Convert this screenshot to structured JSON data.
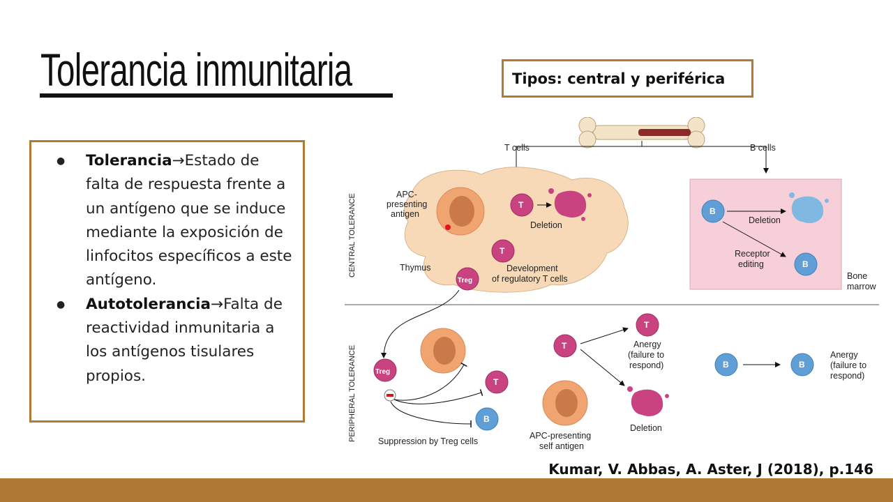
{
  "slide": {
    "title": "Tolerancia inmunitaria",
    "types_box": "Tipos: central y periférica",
    "bullets": [
      {
        "term": "Tolerancia",
        "arrow": "→",
        "text": "Estado de falta de respuesta frente a un antígeno que se induce mediante la exposición de linfocitos específicos a este antígeno."
      },
      {
        "term": "Autotolerancia",
        "arrow": "→",
        "text": "Falta de reactividad inmunitaria a los antígenos tisulares propios."
      }
    ],
    "citation": "Kumar, V. Abbas, A. Aster, J (2018), p.146"
  },
  "diagram": {
    "t_cells": "T cells",
    "b_cells": "B cells",
    "central_tolerance": "CENTRAL TOLERANCE",
    "peripheral_tolerance": "PERIPHERAL TOLERANCE",
    "apc_presenting_1": "APC-",
    "apc_presenting_2": "presenting",
    "apc_presenting_3": "antigen",
    "deletion": "Deletion",
    "thymus": "Thymus",
    "development_1": "Development",
    "development_2": "of regulatory T cells",
    "b_deletion": "Deletion",
    "receptor_1": "Receptor",
    "receptor_2": "editing",
    "bone_1": "Bone",
    "bone_2": "marrow",
    "suppression": "Suppression by Treg cells",
    "apc_self_1": "APC-presenting",
    "apc_self_2": "self antigen",
    "anergy_1": "Anergy",
    "anergy_2": "(failure to",
    "anergy_3": "respond)",
    "p_deletion": "Deletion",
    "b_anergy_1": "Anergy",
    "b_anergy_2": "(failure to",
    "b_anergy_3": "respond)",
    "cell_t": "T",
    "cell_b": "B",
    "cell_treg": "Treg"
  },
  "colors": {
    "accent": "#b07a35",
    "t_cell": "#c8437f",
    "b_cell": "#5f9fd6",
    "thymus": "#f7d9b8",
    "bone_marrow_box": "#f7cfd8"
  }
}
